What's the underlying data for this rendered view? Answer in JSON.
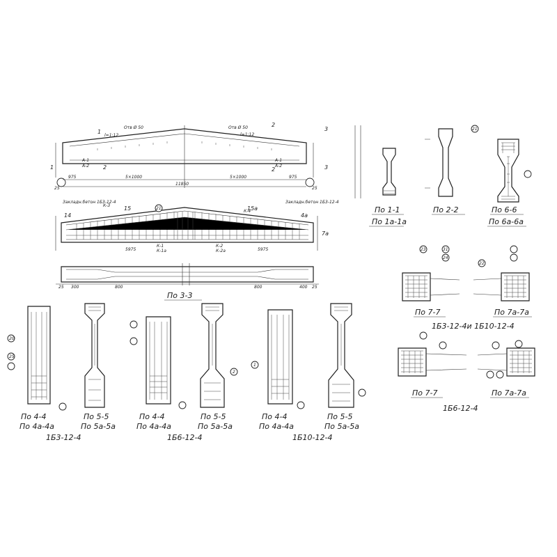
{
  "sheet": {
    "beam_elevation": {
      "callouts": [
        "1",
        "2",
        "3",
        "1",
        "2",
        "2",
        "3"
      ],
      "top_labels": [
        "Отв Ø 50",
        "Отв Ø 50",
        "l=1:12",
        "l=1:12"
      ],
      "dims": [
        "975",
        "5×1000",
        "11850",
        "5×1000",
        "975",
        "25",
        "25"
      ],
      "side_marks": [
        "А-1",
        "А-2",
        "А-1",
        "А-2"
      ]
    },
    "reinforcement_view": {
      "labels": [
        "К-3",
        "К-1",
        "К-1а",
        "К-2",
        "К-2а",
        "К-4",
        "14",
        "15",
        "15а",
        "4а",
        "7а",
        "21",
        "5975",
        "5975"
      ],
      "notes": [
        "Закладн.бетон 1Б3-12-4",
        "Закладн.бетон 1Б3-12-4"
      ]
    },
    "plan_view": {
      "dims": [
        "25",
        "300",
        "800",
        "800",
        "400",
        "25"
      ],
      "caption": "По 3-3"
    },
    "sections_right_top": [
      {
        "caption": "По 1-1",
        "caption2": "По 1а-1а"
      },
      {
        "caption": "По 2-2"
      },
      {
        "caption": "По 6-6",
        "caption2": "По 6а-6а"
      }
    ],
    "sections_right_mid": {
      "captions": [
        "По 7-7",
        "По 7а-7а"
      ],
      "group": "1Б3-12-4и 1Б10-12-4"
    },
    "sections_right_low": {
      "captions": [
        "По 7-7",
        "По 7а-7а"
      ],
      "group": "1Б6-12-4"
    },
    "bottom_sections": [
      {
        "captions": [
          "По 4-4",
          "По 4а-4а"
        ],
        "group": "1Б3-12-4"
      },
      {
        "captions": [
          "По 5-5",
          "По 5а-5а"
        ]
      },
      {
        "captions": [
          "По 4-4",
          "По 4а-4а"
        ],
        "group": "1Б6-12-4"
      },
      {
        "captions": [
          "По 5-5",
          "По 5а-5а"
        ]
      },
      {
        "captions": [
          "По 4-4",
          "По 4а-4а"
        ],
        "group": "1Б10-12-4"
      },
      {
        "captions": [
          "По 5-5",
          "По 5а-5а"
        ]
      }
    ],
    "bubbles": [
      "20",
      "21",
      "22",
      "23",
      "24",
      "25",
      "31",
      "1",
      "2"
    ]
  }
}
